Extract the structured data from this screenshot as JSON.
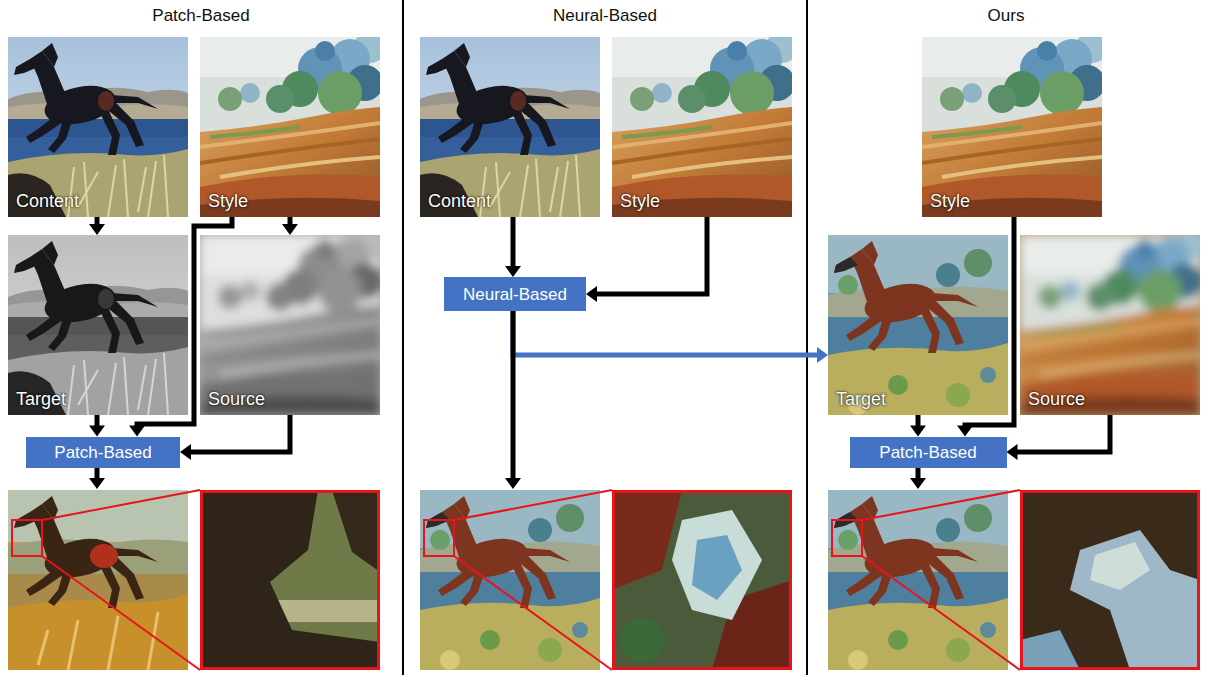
{
  "diagram": {
    "nodes": [
      {
        "text": [
          "Content"
        ]
      },
      {
        "text": [
          "Style"
        ]
      },
      {
        "text": [
          "Target"
        ]
      },
      {
        "text": [
          "Source"
        ]
      },
      {
        "text": [
          "Patch-Based"
        ]
      },
      {
        "text": [
          "Content"
        ]
      },
      {
        "text": [
          "Style"
        ]
      },
      {
        "text": [
          "Neural-Based"
        ]
      },
      {
        "text": [
          "Style"
        ]
      },
      {
        "text": [
          "Target"
        ]
      },
      {
        "text": [
          "Source"
        ]
      },
      {
        "text": [
          "Patch-Based"
        ]
      }
    ],
    "edges": [
      {
        "from": 0,
        "to": 2,
        "arrow": "to"
      },
      {
        "from": 1,
        "to": 3,
        "arrow": "to"
      },
      {
        "from": 1,
        "to": 4,
        "arrow": "to"
      },
      {
        "from": 2,
        "to": 4,
        "arrow": "to"
      },
      {
        "from": 3,
        "to": 4,
        "arrow": "to"
      },
      {
        "from": 5,
        "to": 7,
        "arrow": "to"
      },
      {
        "from": 6,
        "to": 7,
        "arrow": "to"
      },
      {
        "from": 7,
        "to": 9,
        "arrow": "to"
      },
      {
        "from": 8,
        "to": 11,
        "arrow": "to"
      },
      {
        "from": 9,
        "to": 11,
        "arrow": "to"
      },
      {
        "from": 10,
        "to": 11,
        "arrow": "to"
      }
    ],
    "labels": [
      "Patch-Based",
      "Neural-Based",
      "Ours"
    ]
  }
}
